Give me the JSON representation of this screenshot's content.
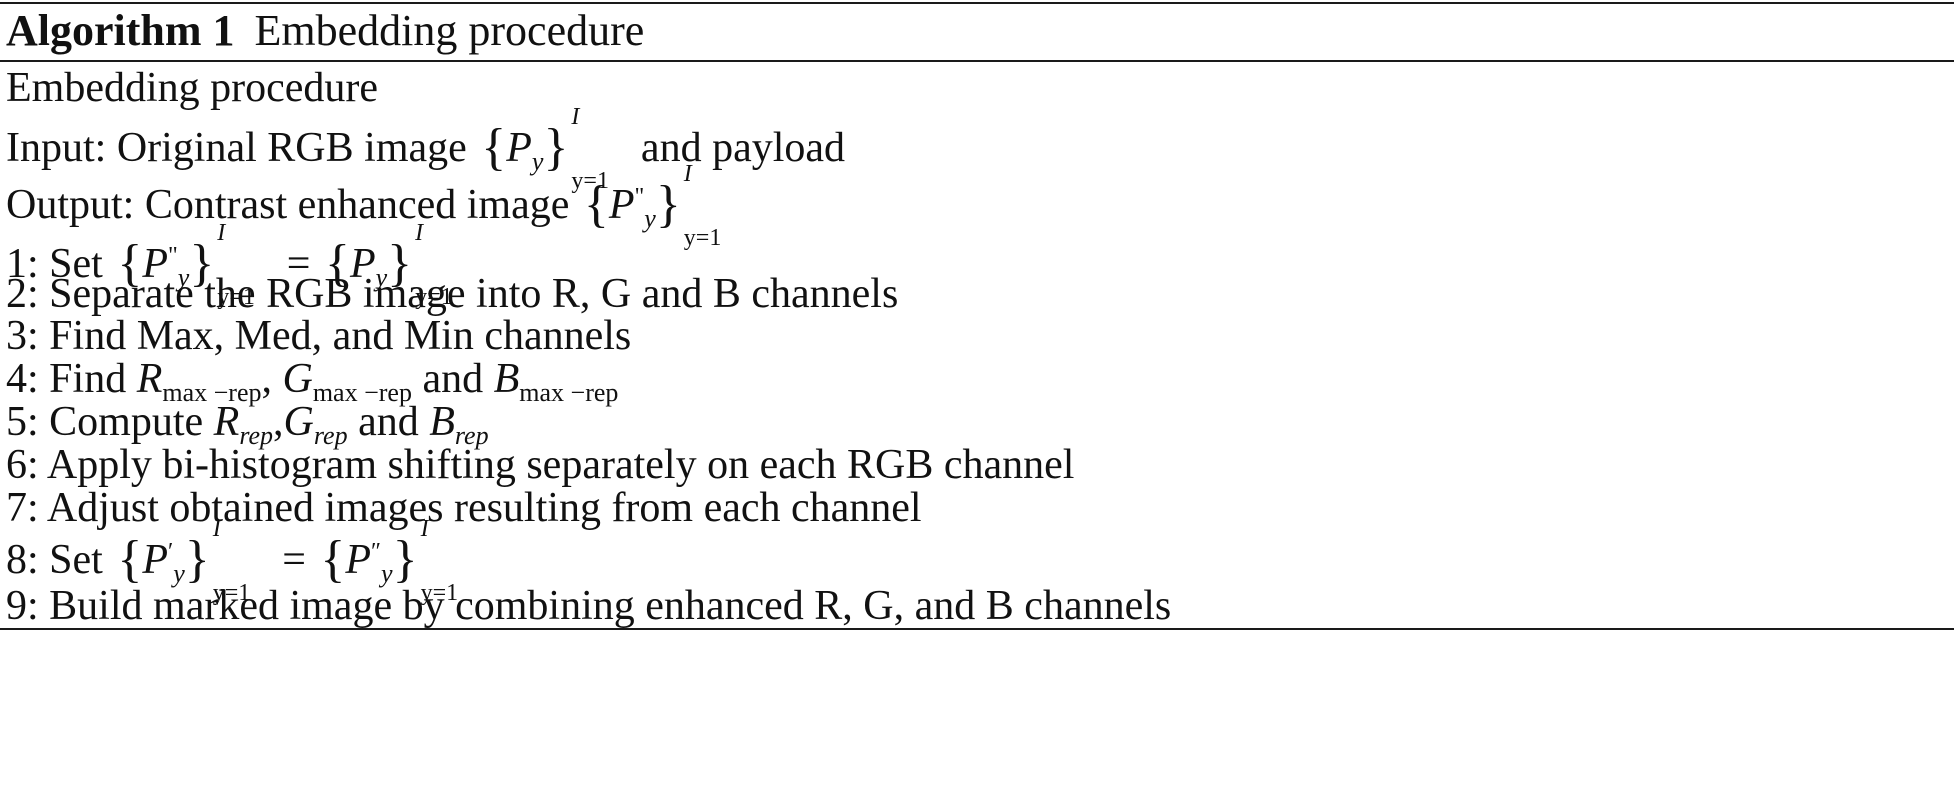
{
  "algorithm": {
    "label": "Algorithm 1",
    "title": "Embedding procedure"
  },
  "procedure_name": "Embedding procedure",
  "input_text": "Input: Original RGB image",
  "input_tail": "and payload",
  "output_text": "Output: Contrast enhanced image",
  "steps": [
    {
      "num": "1:",
      "text": "Set"
    },
    {
      "num": "2:",
      "text": "Separate the RGB image into R, G and B channels"
    },
    {
      "num": "3:",
      "text": "Find Max, Med, and Min channels"
    },
    {
      "num": "4:",
      "text": "Find"
    },
    {
      "num": "5:",
      "text": "Compute"
    },
    {
      "num": "6:",
      "text": "Apply bi-histogram shifting separately on each RGB channel"
    },
    {
      "num": "7:",
      "text": "Adjust obtained images resulting from each channel"
    },
    {
      "num": "8:",
      "text": "Set"
    },
    {
      "num": "9:",
      "text": "Build marked image by combining enhanced R, G, and B channels"
    }
  ],
  "math": {
    "var_P": "P",
    "sub_y": "y",
    "upper_I": "I",
    "lower_eq": "y=1",
    "equals": "=",
    "sub_max_rep": "max −rep",
    "sub_rep": "rep",
    "R": "R",
    "G": "G",
    "B": "B",
    "and": "and",
    "comma": ","
  }
}
